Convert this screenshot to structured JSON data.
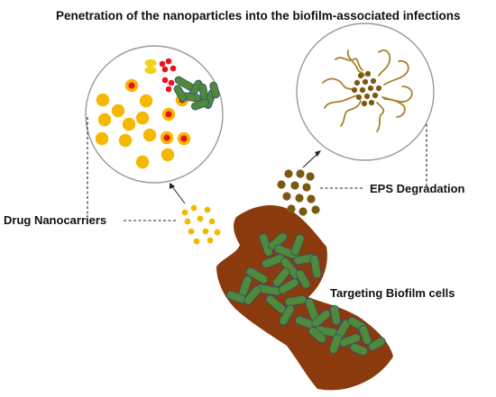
{
  "title": "Penetration of the nanoparticles into the biofilm-associated infections",
  "labels": {
    "drug_nanocarriers": "Drug Nanocarriers",
    "eps_degradation": "EPS Degradation",
    "targeting_biofilm": "Targeting Biofilm cells"
  },
  "colors": {
    "nanoparticle": "#f5b800",
    "drug": "#e8141a",
    "bacteria": "#4e8a3a",
    "bacteria_outline": "#2f4f7a",
    "eps_matrix": "#8b3a0e",
    "eps_particle": "#7a5a12",
    "eps_fiber": "#a8822c",
    "yellow_capsule": "#f2d21a"
  }
}
